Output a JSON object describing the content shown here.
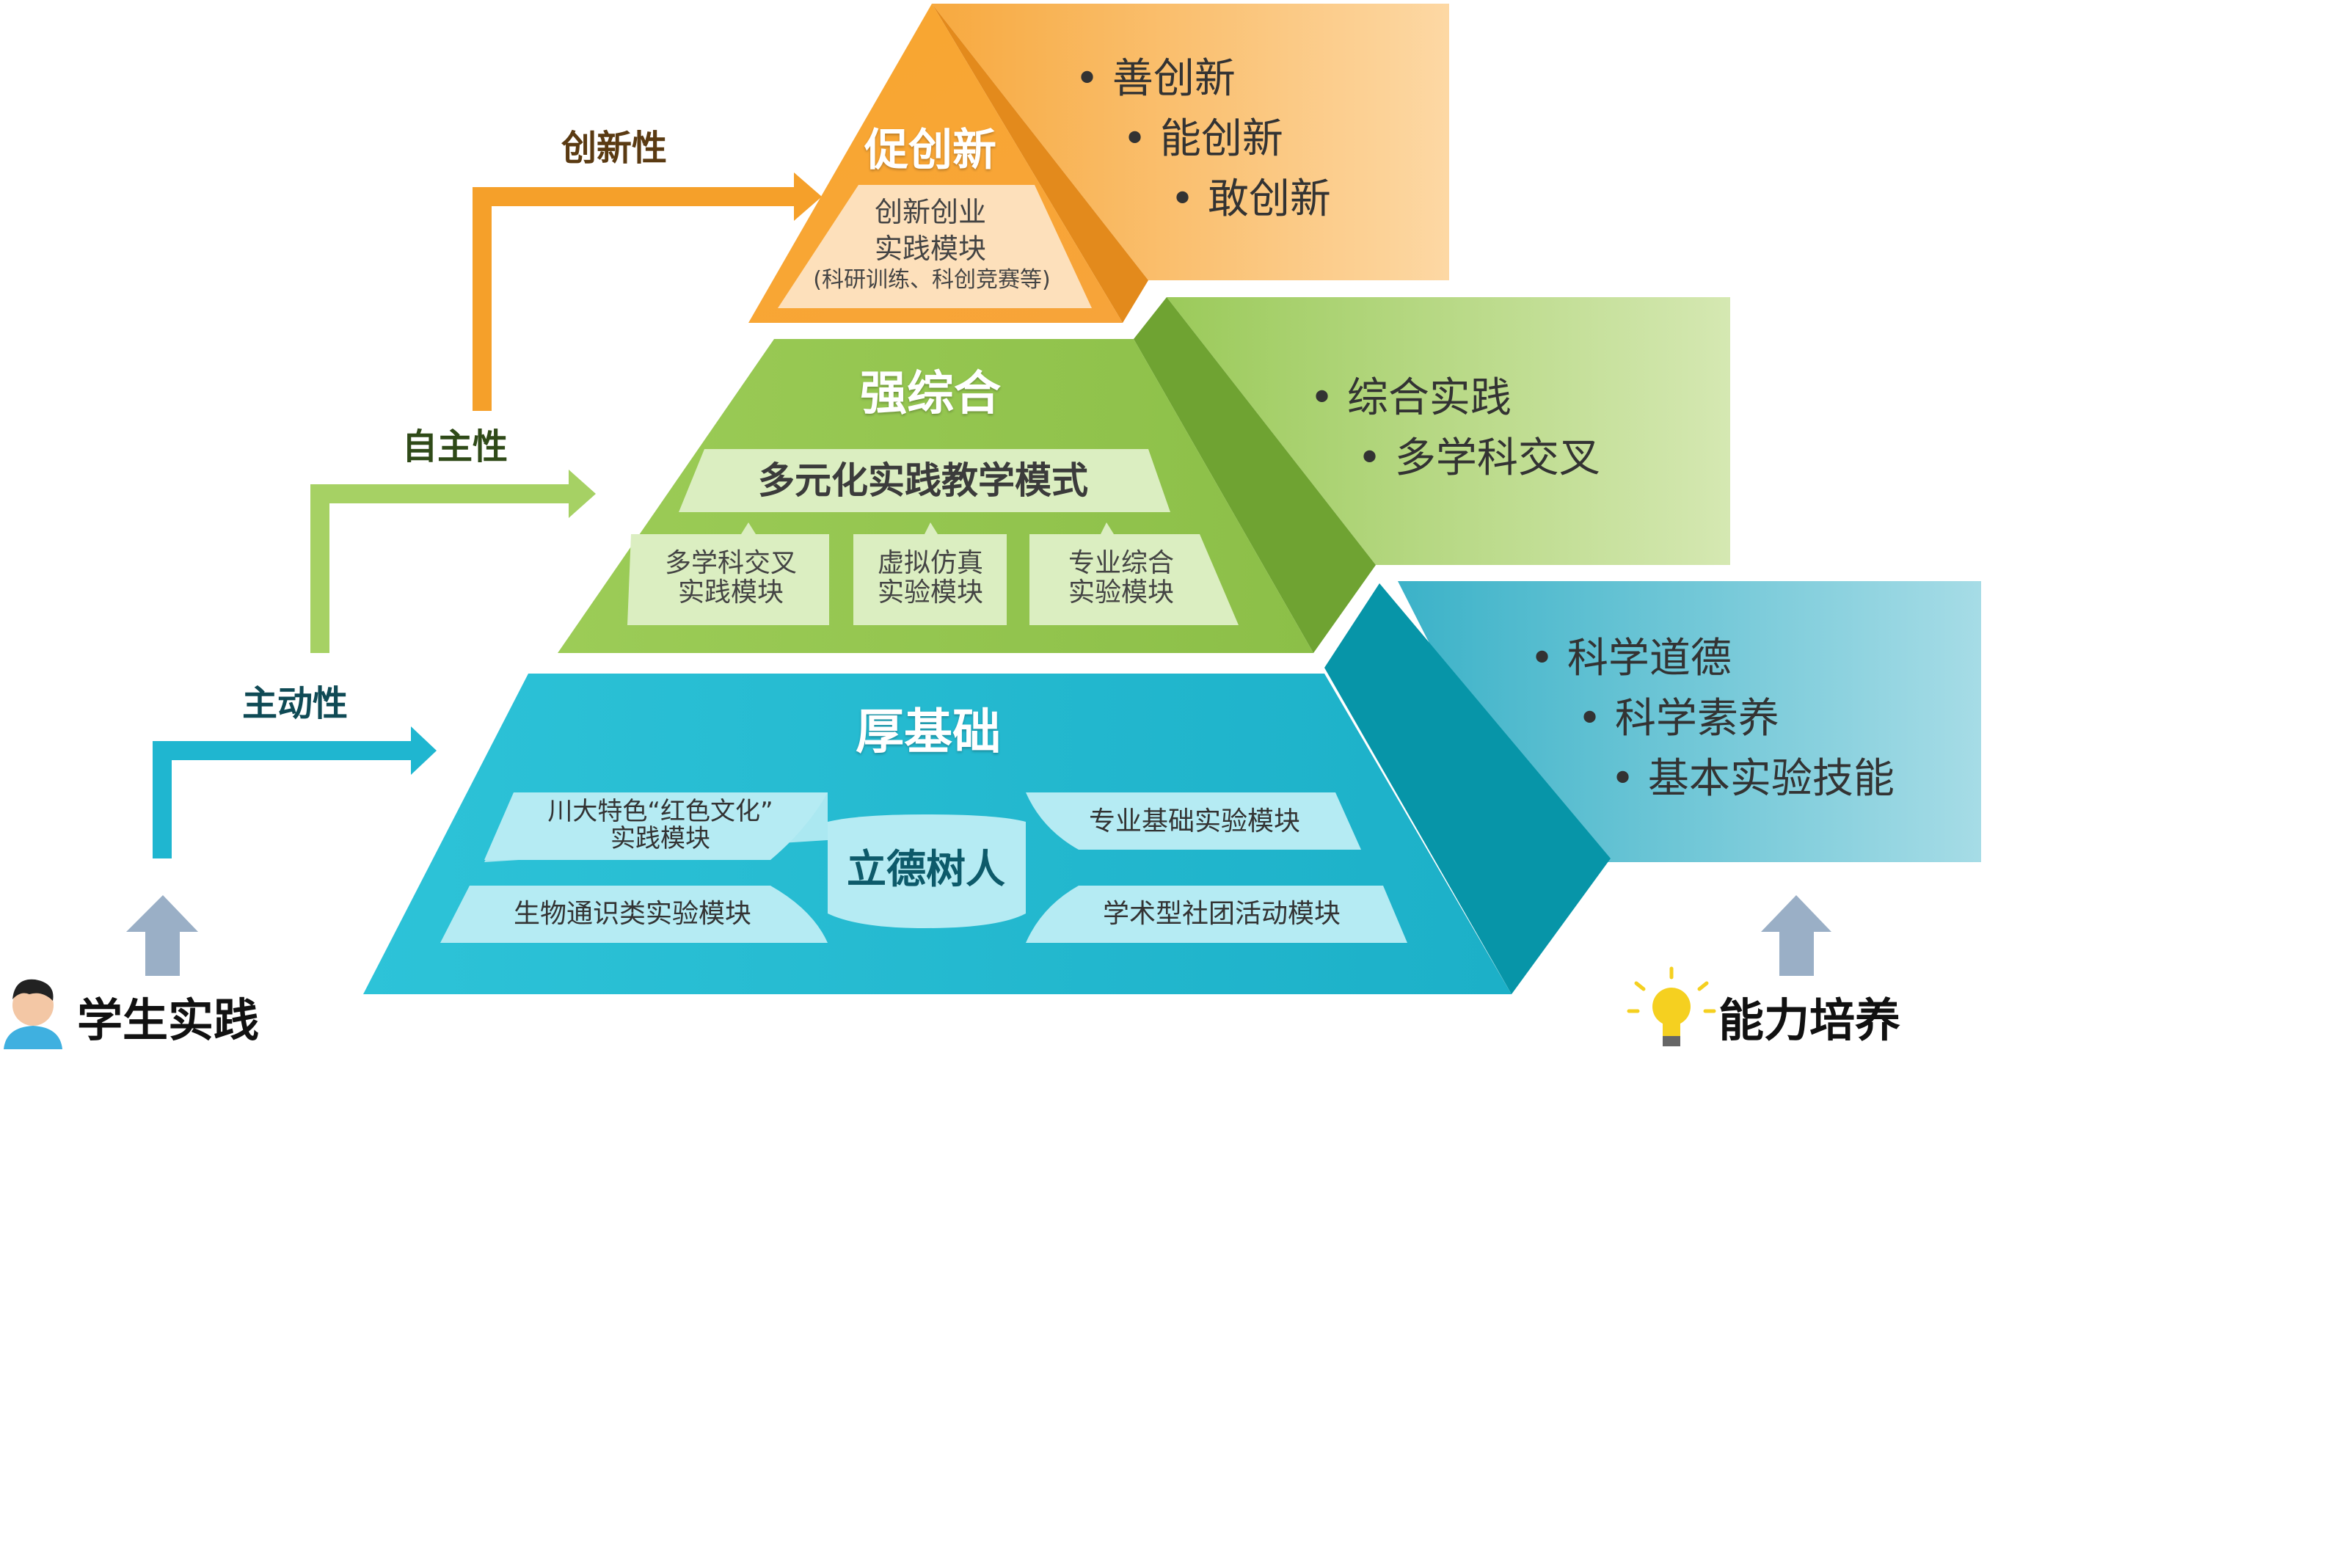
{
  "diagram": {
    "top_tier": {
      "title": "促创新",
      "module_line1": "创新创业",
      "module_line2": "实践模块",
      "module_line3": "(科研训练、科创竞赛等)",
      "side_points": [
        "善创新",
        "能创新",
        "敢创新"
      ]
    },
    "middle_tier": {
      "title": "强综合",
      "mode_label": "多元化实践教学模式",
      "modules": [
        {
          "line1": "多学科交叉",
          "line2": "实践模块"
        },
        {
          "line1": "虚拟仿真",
          "line2": "实验模块"
        },
        {
          "line1": "专业综合",
          "line2": "实验模块"
        }
      ],
      "side_points": [
        "综合实践",
        "多学科交叉"
      ]
    },
    "bottom_tier": {
      "title": "厚基础",
      "center_label": "立德树人",
      "module_top_left_line1": "川大特色“红色文化”",
      "module_top_left_line2": "实践模块",
      "module_bottom_left": "生物通识类实验模块",
      "module_top_right": "专业基础实验模块",
      "module_bottom_right": "学术型社团活动模块",
      "side_points": [
        "科学道德",
        "科学素养",
        "基本实验技能"
      ]
    },
    "steps": {
      "step1": "主动性",
      "step2": "自主性",
      "step3": "创新性"
    },
    "footer": {
      "left_label": "学生实践",
      "right_label": "能力培养"
    },
    "colors": {
      "orange": "#f5a02a",
      "green": "#8cc04a",
      "cyan": "#1fb6d0",
      "arrow_gray": "#9aafc6"
    }
  }
}
